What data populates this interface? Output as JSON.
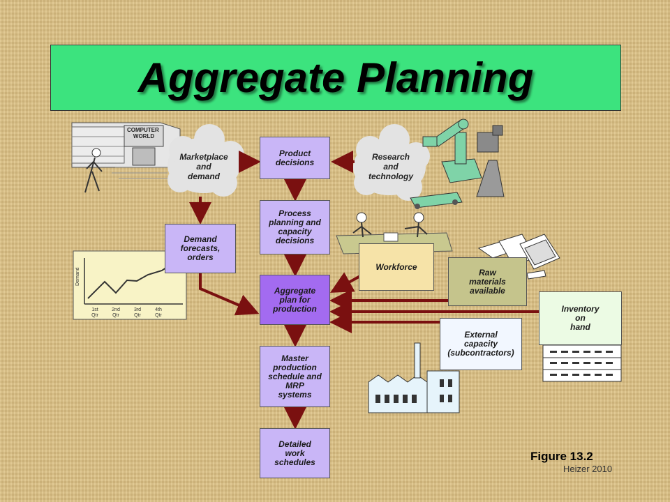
{
  "title": "Aggregate Planning",
  "boxes": {
    "product_decisions": "Product\ndecisions",
    "process_planning": "Process\nplanning and\ncapacity\ndecisions",
    "aggregate_plan": "Aggregate\nplan for\nproduction",
    "master_schedule": "Master\nproduction\nschedule and\nMRP\nsystems",
    "detailed_schedules": "Detailed\nwork\nschedules",
    "demand_forecasts": "Demand\nforecasts,\norders",
    "workforce": "Workforce",
    "raw_materials": "Raw\nmaterials\navailable",
    "inventory": "Inventory\non\nhand",
    "external_capacity": "External\ncapacity\n(subcontractors)"
  },
  "clouds": {
    "marketplace": "Marketplace\nand\ndemand",
    "research": "Research\nand\ntechnology"
  },
  "store_sign": "COMPUTER\nWORLD",
  "mini_chart": {
    "ylabel": "Demand",
    "ticks": [
      "1st\nQtr",
      "2nd\nQtr",
      "3rd\nQtr",
      "4th\nQtr"
    ]
  },
  "figure_label": "Figure 13.2",
  "credit": "Heizer 2010",
  "colors": {
    "title_banner": "#3ce37e",
    "box_purple": "#c9b6f7",
    "box_aggregate": "#a36bf0",
    "arrow": "#7a1010"
  }
}
